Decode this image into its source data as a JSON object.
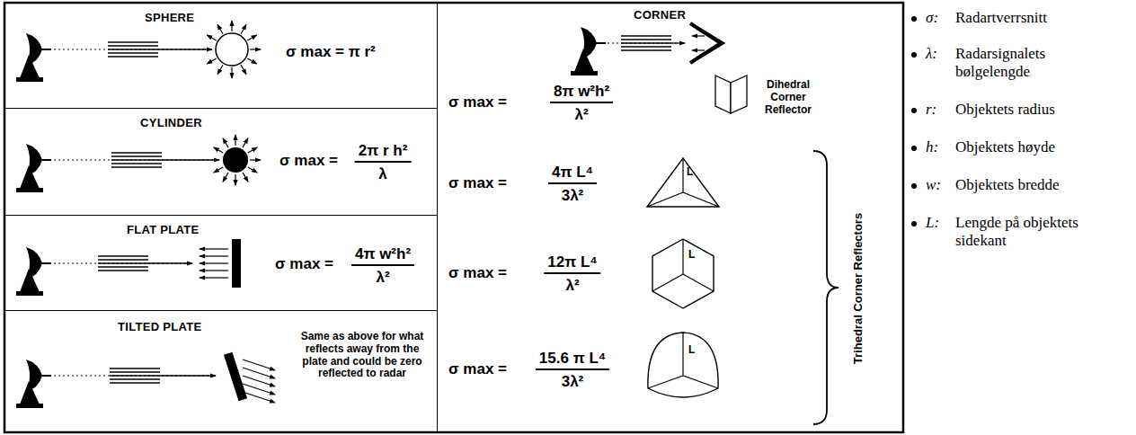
{
  "diagram": {
    "nodes": [
      {
        "text": [
          "SPHERE",
          "σ max = π r²"
        ]
      },
      {
        "text": [
          "CYLINDER",
          "σ max =",
          "2π r h²",
          "λ"
        ]
      },
      {
        "text": [
          "FLAT PLATE",
          "σ max =",
          "4π w²h²",
          "λ²"
        ]
      },
      {
        "text": [
          "TILTED PLATE",
          "Same as above for what reflects away from the plate and could be zero reflected to radar"
        ]
      },
      {
        "text": [
          "CORNER",
          "σ max =",
          "8π w²h²",
          "λ²",
          "Dihedral Corner Reflector",
          "σ max =",
          "4π L⁴",
          "3λ²",
          "σ max =",
          "12π L⁴",
          "λ²",
          "σ max =",
          "15.6 π L⁴",
          "3λ²",
          "Trihedral Corner Reflectors"
        ]
      }
    ],
    "labels": [
      "L",
      "L",
      "L",
      "σ:",
      "Radartverrsnitt",
      "λ:",
      "Radarsignalets bølgelengde",
      "r:",
      "Objektets radius",
      "h:",
      "Objektets høyde",
      "w:",
      "Objektets bredde",
      "L:",
      "Lengde på objektets sidekant"
    ]
  }
}
